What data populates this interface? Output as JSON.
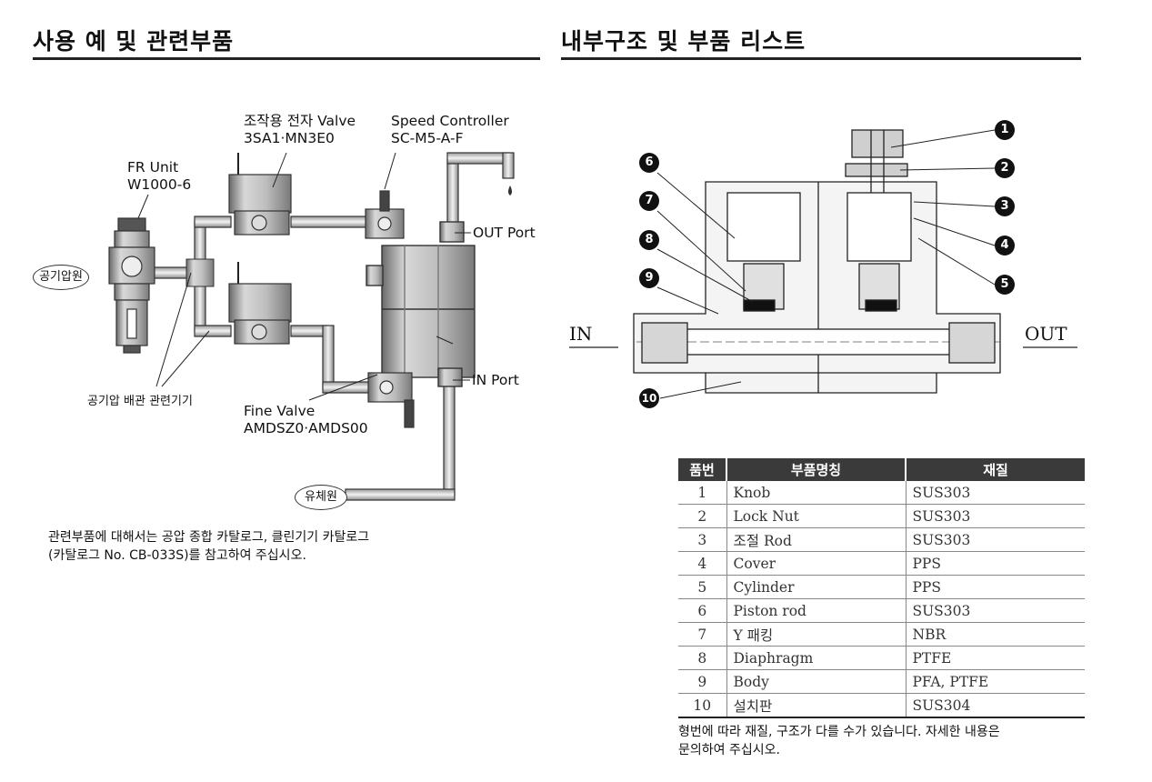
{
  "left": {
    "title": "사용 예 및 관련부품",
    "labels": {
      "solenoid_title": "조작용 전자 Valve",
      "solenoid_model": "3SA1·MN3E0",
      "speed_title": "Speed Controller",
      "speed_model": "SC-M5-A-F",
      "fr_title": "FR Unit",
      "fr_model": "W1000-6",
      "out_port": "OUT Port",
      "in_port": "IN Port",
      "air_source": "공기압원",
      "fluid_source": "유체원",
      "piping_parts": "공기압 배관 관련기기",
      "fine_title": "Fine Valve",
      "fine_model": "AMDSZ0·AMDS00"
    },
    "note_line1": "관련부품에 대해서는 공압 종합 카탈로그, 클린기기 카탈로그",
    "note_line2": "(카탈로그 No. CB-033S)를 참고하여 주십시오."
  },
  "right": {
    "title": "내부구조 및 부품 리스트",
    "in_label": "IN",
    "out_label": "OUT",
    "callouts": [
      "1",
      "2",
      "3",
      "4",
      "5",
      "6",
      "7",
      "8",
      "9",
      "10"
    ],
    "table": {
      "headers": [
        "품번",
        "부품명칭",
        "재질"
      ],
      "rows": [
        [
          "1",
          "Knob",
          "SUS303"
        ],
        [
          "2",
          "Lock Nut",
          "SUS303"
        ],
        [
          "3",
          "조절 Rod",
          "SUS303"
        ],
        [
          "4",
          "Cover",
          "PPS"
        ],
        [
          "5",
          "Cylinder",
          "PPS"
        ],
        [
          "6",
          "Piston rod",
          "SUS303"
        ],
        [
          "7",
          "Y 패킹",
          "NBR"
        ],
        [
          "8",
          "Diaphragm",
          "PTFE"
        ],
        [
          "9",
          "Body",
          "PFA, PTFE"
        ],
        [
          "10",
          "설치판",
          "SUS304"
        ]
      ]
    },
    "note_line1": "형번에 따라 재질, 구조가 다를 수가 있습니다. 자세한 내용은",
    "note_line2": "문의하여 주십시오."
  }
}
